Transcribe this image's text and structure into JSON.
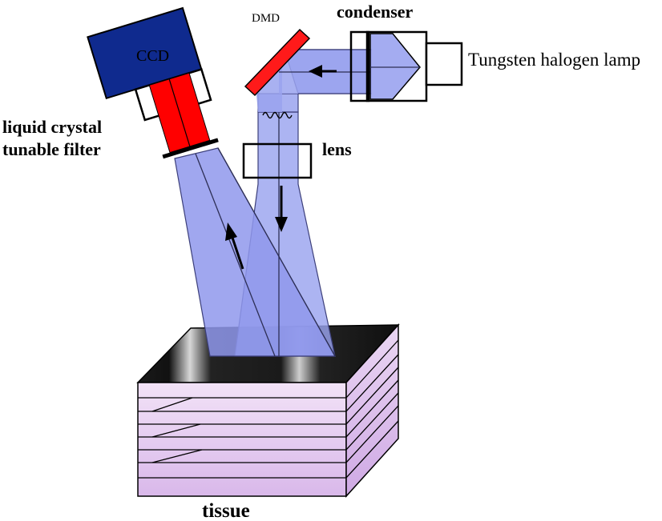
{
  "labels": {
    "ccd": "CCD",
    "dmd": "DMD",
    "condenser": "condenser",
    "lamp": "Tungsten halogen lamp",
    "lcf_line1": "liquid crystal",
    "lcf_line2": "tunable filter",
    "lens": "lens",
    "tissue": "tissue"
  },
  "colors": {
    "beam": "#9aa3ef",
    "ccd_body": "#0f2a8e",
    "filter_red": "#ff0000",
    "tissue_layers": "#e6c9f2",
    "tissue_top": "#2a2a2a"
  }
}
